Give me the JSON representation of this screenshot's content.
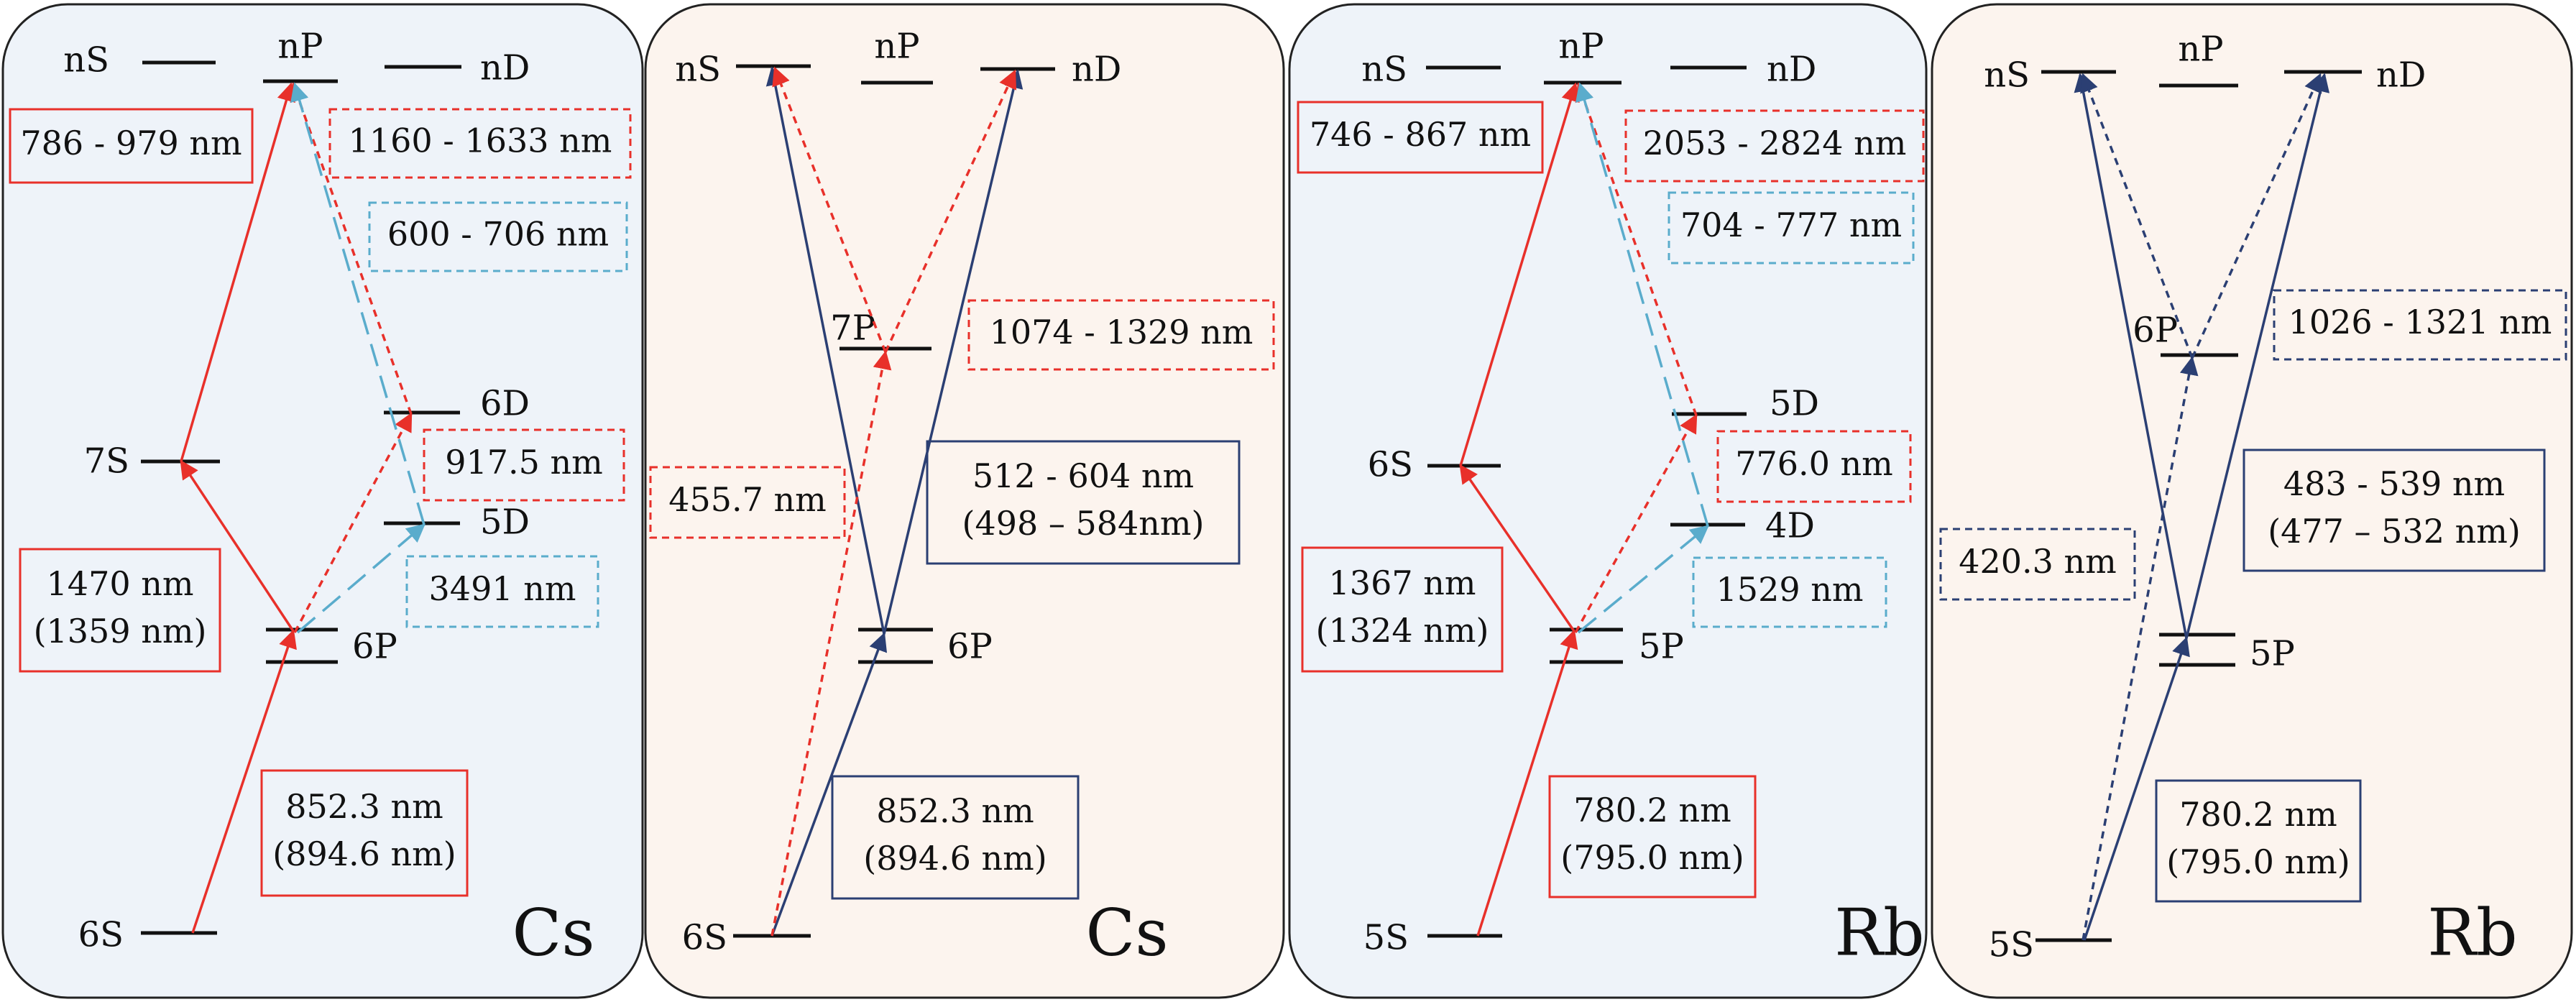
{
  "colors": {
    "red": "#e8302a",
    "navy": "#2b3f73",
    "cyan": "#5aaccc",
    "panel_blue": "#eef3f9",
    "panel_peach": "#fcf4ee",
    "level": "#111111"
  },
  "panels": [
    {
      "atom": "Cs",
      "levels": {
        "nS": "nS",
        "nP": "nP",
        "nD": "nD",
        "7S": "7S",
        "6D": "6D",
        "5D": "5D",
        "6P": "6P",
        "6S": "6S"
      },
      "boxes": {
        "b1": [
          "786 - 979 nm"
        ],
        "b2": [
          "1160 - 1633 nm"
        ],
        "b3": [
          "600 - 706 nm"
        ],
        "b4": [
          "917.5 nm"
        ],
        "b5": [
          "3491 nm"
        ],
        "b6": [
          "1470 nm",
          "(1359 nm)"
        ],
        "b7": [
          "852.3 nm",
          "(894.6 nm)"
        ]
      }
    },
    {
      "atom": "Cs",
      "levels": {
        "nS": "nS",
        "nP": "nP",
        "nD": "nD",
        "7P": "7P",
        "6P": "6P",
        "6S": "6S"
      },
      "boxes": {
        "b1": [
          "1074 - 1329 nm"
        ],
        "b2": [
          "455.7 nm"
        ],
        "b3": [
          "512 - 604 nm",
          "(498 – 584nm)"
        ],
        "b4": [
          "852.3 nm",
          "(894.6 nm)"
        ]
      }
    },
    {
      "atom": "Rb",
      "levels": {
        "nS": "nS",
        "nP": "nP",
        "nD": "nD",
        "6S": "6S",
        "5D": "5D",
        "4D": "4D",
        "5P": "5P",
        "5S": "5S"
      },
      "boxes": {
        "b1": [
          "746 - 867 nm"
        ],
        "b2": [
          "2053 - 2824 nm"
        ],
        "b3": [
          "704 - 777 nm"
        ],
        "b4": [
          "776.0 nm"
        ],
        "b5": [
          "1529 nm"
        ],
        "b6": [
          "1367 nm",
          "(1324 nm)"
        ],
        "b7": [
          "780.2 nm",
          "(795.0 nm)"
        ]
      }
    },
    {
      "atom": "Rb",
      "levels": {
        "nS": "nS",
        "nP": "nP",
        "nD": "nD",
        "6P": "6P",
        "5P": "5P",
        "5S": "5S"
      },
      "boxes": {
        "b1": [
          "1026 - 1321 nm"
        ],
        "b2": [
          "420.3 nm"
        ],
        "b3": [
          "483 - 539 nm",
          "(477 – 532 nm)"
        ],
        "b4": [
          "780.2 nm",
          "(795.0 nm)"
        ]
      }
    }
  ]
}
